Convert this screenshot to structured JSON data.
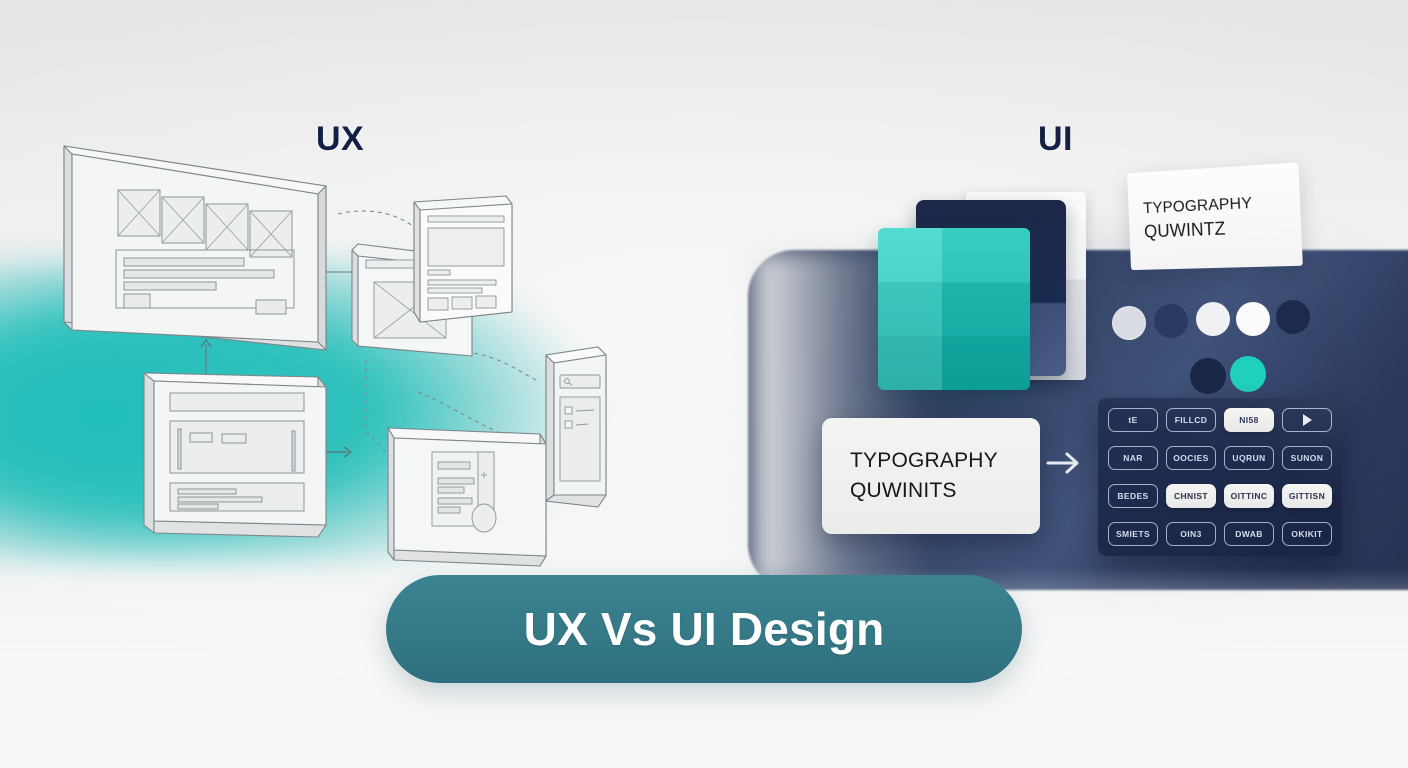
{
  "scene": {
    "title": "UX Vs UI Design",
    "left_section_label": "UX",
    "right_section_label": "UI"
  },
  "colors": {
    "teal_accent": "#2cbfbb",
    "navy_dark": "#1b2a50",
    "navy_panel": "#243257",
    "title_pill": "#357987",
    "label_navy": "#132043",
    "card_white": "#f4f4f5",
    "swatch_teal": "#1fd0bd"
  },
  "ui_section": {
    "typography_card_top": {
      "line1": "TYPOGRAPHY",
      "line2": "QUWINTZ"
    },
    "typography_card_bottom": {
      "line1": "TYPOGRAPHY",
      "line2": "QUWINITS"
    },
    "flow_arrow": "arrow-right-icon",
    "color_swatches": {
      "row1": [
        "#d9dce2",
        "#2a3a63",
        "#f0f1f3",
        "#fbfbfb",
        "#1c2a4e"
      ],
      "row2": [
        "#1b2747",
        "#1fd0bd"
      ]
    },
    "card_stack": [
      "white-card",
      "navy-card",
      "teal-card"
    ],
    "button_grid": [
      [
        {
          "label": "tE",
          "style": "outline"
        },
        {
          "label": "FILLCD",
          "style": "outline"
        },
        {
          "label": "NI58",
          "style": "filled"
        },
        {
          "label": "",
          "style": "outline",
          "icon": "play-icon"
        }
      ],
      [
        {
          "label": "NAR",
          "style": "outline"
        },
        {
          "label": "OOCIES",
          "style": "outline"
        },
        {
          "label": "UQRUN",
          "style": "outline"
        },
        {
          "label": "SUNON",
          "style": "outline"
        }
      ],
      [
        {
          "label": "BEDES",
          "style": "outline"
        },
        {
          "label": "CHNIST",
          "style": "filled"
        },
        {
          "label": "OITTINC",
          "style": "filled"
        },
        {
          "label": "GITTISN",
          "style": "filled"
        }
      ],
      [
        {
          "label": "SMIETS",
          "style": "outline"
        },
        {
          "label": "OIN3",
          "style": "outline"
        },
        {
          "label": "DWAB",
          "style": "outline"
        },
        {
          "label": "OKIKIT",
          "style": "outline"
        }
      ]
    ]
  },
  "ux_section": {
    "wireframes": [
      {
        "name": "hero-wireframe-board",
        "elements": "4 image placeholders, text bars, 2 buttons"
      },
      {
        "name": "overlapping-wireframe-pair",
        "elements": "header bar, large image X, detail panel with chips"
      },
      {
        "name": "content-wireframe-board",
        "elements": "top bar, media area with 2 chips, text bars"
      },
      {
        "name": "article-wireframe-board",
        "elements": "text column, avatar circle"
      },
      {
        "name": "mobile-wireframe-panel",
        "elements": "search field, checkbox list"
      }
    ],
    "connectors": "dashed flow arrows between wireframes"
  }
}
